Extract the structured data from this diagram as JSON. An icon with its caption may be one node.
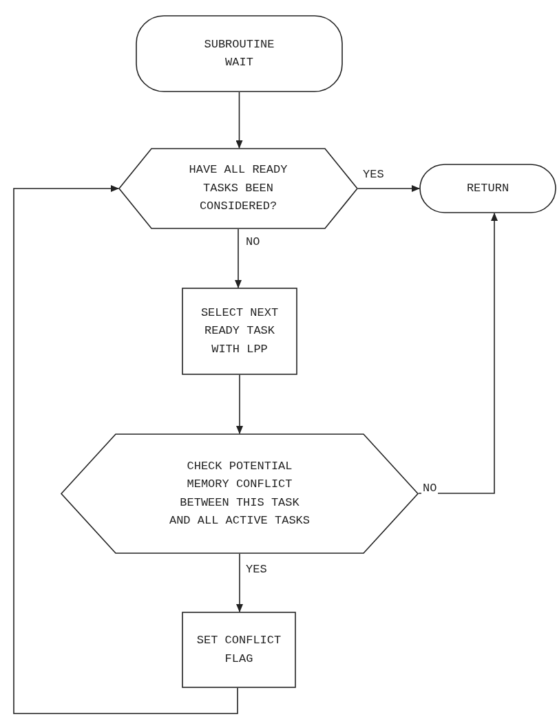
{
  "diagram": {
    "nodes": [
      {
        "text": [
          "SUBROUTINE WAIT"
        ]
      },
      {
        "text": [
          "HAVE ALL READY TASKS BEEN CONSIDERED?"
        ]
      },
      {
        "text": [
          "RETURN"
        ]
      },
      {
        "text": [
          "SELECT NEXT READY TASK WITH LPP"
        ]
      },
      {
        "text": [
          "CHECK POTENTIAL MEMORY CONFLICT BETWEEN THIS TASK AND ALL ACTIVE TASKS"
        ]
      },
      {
        "text": [
          "SET CONFLICT FLAG"
        ]
      }
    ],
    "edges": [
      {
        "from": 0,
        "to": 1,
        "arrow": "to"
      },
      {
        "from": 1,
        "to": 2,
        "arrow": "to",
        "label": "YES"
      },
      {
        "from": 1,
        "to": 3,
        "arrow": "to",
        "label": "NO"
      },
      {
        "from": 3,
        "to": 4,
        "arrow": "to"
      },
      {
        "from": 4,
        "to": 2,
        "arrow": "to",
        "label": "NO"
      },
      {
        "from": 4,
        "to": 5,
        "arrow": "to",
        "label": "YES"
      },
      {
        "from": 5,
        "to": 1,
        "arrow": "to"
      }
    ]
  }
}
